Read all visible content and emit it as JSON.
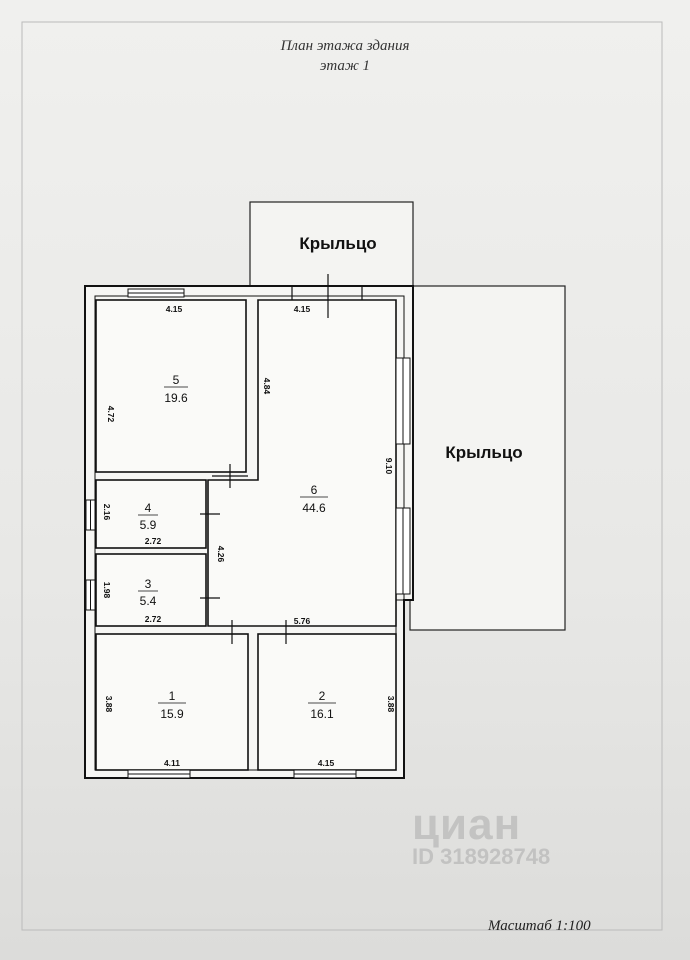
{
  "header": {
    "title": "План этажа здания",
    "floor": "этаж 1"
  },
  "scale_label": "Масштаб 1:100",
  "porches": [
    {
      "label": "Крыльцо"
    },
    {
      "label": "Крыльцо"
    }
  ],
  "rooms": [
    {
      "number": "1",
      "area": "15.9"
    },
    {
      "number": "2",
      "area": "16.1"
    },
    {
      "number": "3",
      "area": "5.4"
    },
    {
      "number": "4",
      "area": "5.9"
    },
    {
      "number": "5",
      "area": "19.6"
    },
    {
      "number": "6",
      "area": "44.6"
    }
  ],
  "dimensions": {
    "r5_top": "4.15",
    "r5_left": "4.72",
    "r5_right": "4.84",
    "r6_top": "4.15",
    "r6_right": "9.10",
    "r6_left": "4.26",
    "r6_bottom": "5.76",
    "r4_left": "2.16",
    "r4_bottom": "2.72",
    "r3_left": "1.98",
    "r3_bottom": "2.72",
    "r1_left": "3.88",
    "r1_bottom": "4.11",
    "r2_right": "3.88",
    "r2_bottom": "4.15"
  },
  "watermark": {
    "brand": "циан",
    "id": "ID 318928748"
  }
}
